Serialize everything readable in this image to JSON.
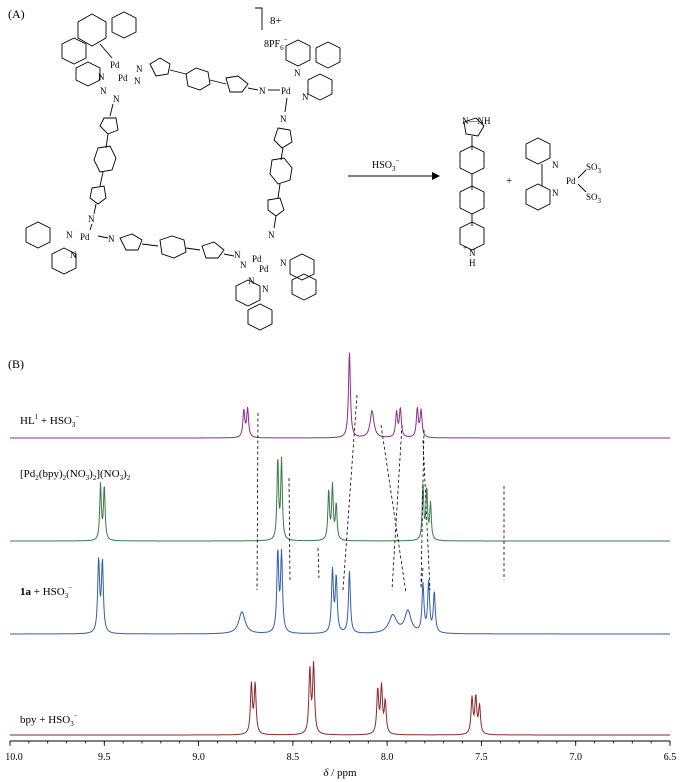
{
  "panel_a": {
    "label": "(A)",
    "charge": "8+",
    "counterion": "8PF",
    "counterion_sub": "6",
    "counterion_sup": "−",
    "reagent": "HSO",
    "reagent_sub": "3",
    "reagent_sup": "−",
    "plus": "+",
    "atoms": {
      "pd": "Pd",
      "n": "N",
      "nh": "N—NH",
      "h": "H",
      "nplus": "+",
      "so3": "SO",
      "so3_sub": "3"
    }
  },
  "panel_b": {
    "label": "(B)",
    "traces": [
      {
        "label": "HL",
        "label_sup": "1",
        "label_rest": " + HSO",
        "label_sub": "3",
        "label_sup2": "−"
      },
      {
        "label": "[Pd",
        "label_sub": "2",
        "label_rest": "(bpy)",
        "label_sub2": "2",
        "label_rest2": "(NO",
        "label_sub3": "3",
        "label_rest3": ")",
        "label_sub4": "2",
        "label_rest4": "](NO",
        "label_sub5": "3",
        "label_rest5": ")",
        "label_sub6": "2"
      },
      {
        "label_bold": "1a",
        "label_rest": " + HSO",
        "label_sub": "3",
        "label_sup": "−"
      },
      {
        "label": "bpy + HSO",
        "label_sub": "3",
        "label_sup": "−"
      }
    ],
    "xlabel_italic": "δ",
    "xlabel_rest": " / ppm",
    "ticks": [
      "10.0",
      "9.5",
      "9.0",
      "8.5",
      "8.0",
      "7.5",
      "7.0",
      "6.5"
    ]
  },
  "chart_data": {
    "type": "line",
    "xlabel": "δ / ppm",
    "xlim": [
      10.0,
      6.5
    ],
    "x_reversed": true,
    "colors": {
      "hl1": "#8a2f8a",
      "pd_complex": "#3a7a4a",
      "cage": "#2f5fb0",
      "bpy": "#8a2a2a"
    },
    "series": [
      {
        "name": "HL1 + HSO3−",
        "peaks": [
          [
            8.76,
            0.3
          ],
          [
            8.74,
            0.32
          ],
          [
            8.2,
            0.95
          ],
          [
            8.08,
            0.3
          ],
          [
            7.95,
            0.28
          ],
          [
            7.93,
            0.32
          ],
          [
            7.84,
            0.32
          ],
          [
            7.82,
            0.3
          ]
        ]
      },
      {
        "name": "[Pd2(bpy)2(NO3)2](NO3)2",
        "peaks": [
          [
            9.52,
            0.62
          ],
          [
            9.5,
            0.6
          ],
          [
            8.58,
            0.9
          ],
          [
            8.56,
            0.88
          ],
          [
            8.31,
            0.55
          ],
          [
            8.29,
            0.6
          ],
          [
            8.27,
            0.4
          ],
          [
            7.81,
            0.6
          ],
          [
            7.79,
            0.56
          ],
          [
            7.77,
            0.4
          ]
        ]
      },
      {
        "name": "1a + HSO3−",
        "peaks": [
          [
            9.53,
            0.72
          ],
          [
            9.51,
            0.7
          ],
          [
            8.77,
            0.22
          ],
          [
            8.58,
            0.8
          ],
          [
            8.56,
            0.78
          ],
          [
            8.29,
            0.62
          ],
          [
            8.27,
            0.55
          ],
          [
            8.2,
            0.62
          ],
          [
            7.97,
            0.18
          ],
          [
            7.89,
            0.22
          ],
          [
            7.81,
            0.48
          ],
          [
            7.78,
            0.5
          ],
          [
            7.75,
            0.4
          ]
        ]
      },
      {
        "name": "bpy + HSO3−",
        "peaks": [
          [
            8.72,
            0.62
          ],
          [
            8.7,
            0.62
          ],
          [
            8.41,
            0.8
          ],
          [
            8.39,
            0.86
          ],
          [
            8.05,
            0.55
          ],
          [
            8.03,
            0.58
          ],
          [
            8.01,
            0.4
          ],
          [
            7.55,
            0.45
          ],
          [
            7.53,
            0.45
          ],
          [
            7.51,
            0.35
          ]
        ]
      }
    ]
  }
}
